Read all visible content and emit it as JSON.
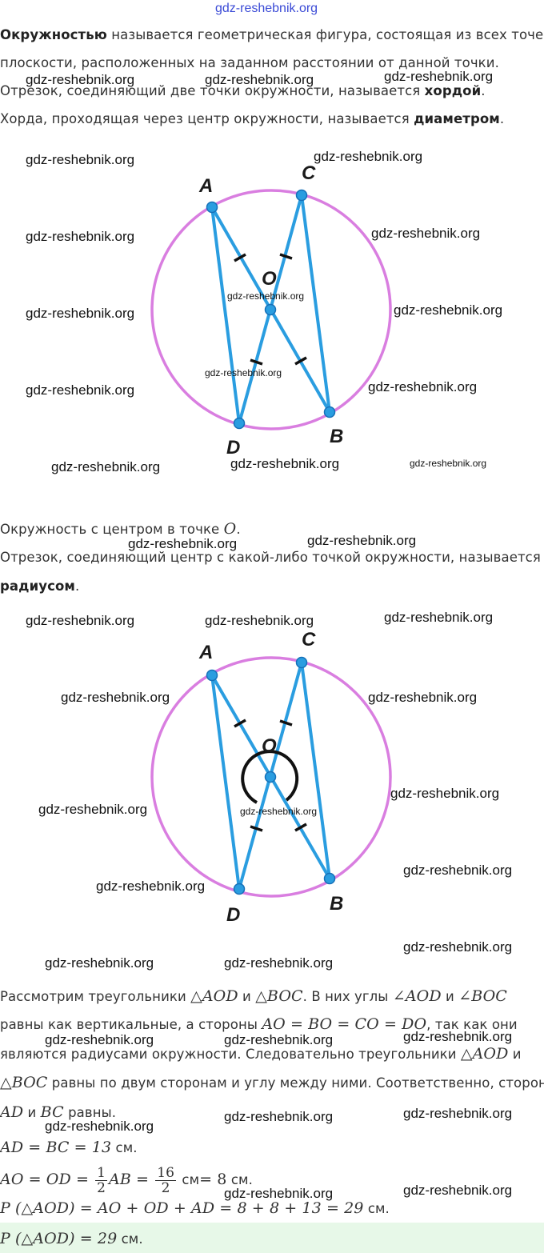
{
  "site_watermark": "gdz-reshebnik.org",
  "definitions": {
    "circle_bold": "Окружностью",
    "circle_rest_1": " называется геометрическая фигура, состоящая из всех точек",
    "circle_rest_2": "плоскости, расположенных на заданном расстоянии от данной точки.",
    "chord_pre": "Отрезок, соединяющий две точки окружности, называется ",
    "chord_bold": "хордой",
    "chord_post": ".",
    "diameter_pre": "Хорда, проходящая через центр окружности, называется ",
    "diameter_bold": "диаметром",
    "diameter_post": "."
  },
  "figure1": {
    "labels": [
      "A",
      "C",
      "O",
      "D",
      "B"
    ]
  },
  "middle": {
    "center_pre": "Окружность с центром в точке ",
    "center_var": "O",
    "center_post": ".",
    "radius_line_1": "Отрезок, соединяющий центр с какой-либо точкой окружности, называется",
    "radius_bold": "радиусом",
    "radius_post": "."
  },
  "figure2": {
    "labels": [
      "A",
      "C",
      "O",
      "D",
      "B"
    ]
  },
  "solution": {
    "l1_a": "Рассмотрим треугольники ",
    "l1_tri1": "△AOD",
    "l1_and": " и ",
    "l1_tri2": "△BOC",
    "l1_b": ". В них углы ",
    "l1_ang1": "∠AOD",
    "l1_and2": " и ",
    "l1_ang2": "∠BOC",
    "l2_a": "равны как вертикальные, а стороны ",
    "l2_eq": "AO = BO = CO = DO",
    "l2_b": ", так как они",
    "l3_a": "являются радиусами окружности. Следовательно треугольники ",
    "l3_tri": "△AOD",
    "l3_b": " и",
    "l4_tri": "△BOC",
    "l4_a": " равны по двум сторонам и углу между ними. Соответственно, стороны",
    "l5_ad": "AD",
    "l5_and": " и ",
    "l5_bc": "BC",
    "l5_b": " равны.",
    "eq1": "AD = BC = 13",
    "eq1_unit": " см.",
    "eq2_pre": "AO = OD = ",
    "eq2_f1_num": "1",
    "eq2_f1_den": "2",
    "eq2_mid": "AB = ",
    "eq2_f2_num": "16",
    "eq2_f2_den": "2",
    "eq2_unit1": " см",
    "eq2_post": "= 8",
    "eq2_unit2": " см.",
    "eq3": "P (△AOD) = AO + OD + AD = 8 + 8 + 13 = 29",
    "eq3_unit": " см.",
    "answer": "P (△AOD) = 29",
    "answer_unit": " см."
  }
}
